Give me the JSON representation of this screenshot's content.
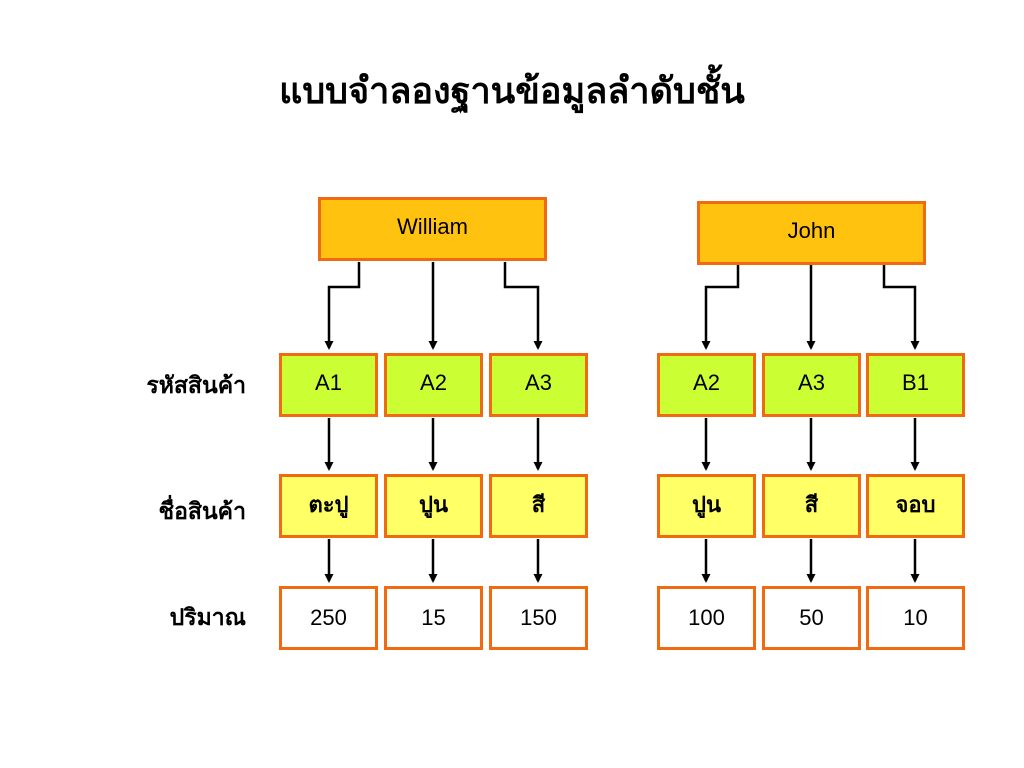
{
  "title": "แบบจำลองฐานข้อมูลลำดับชั้น",
  "row_labels": {
    "code": "รหัสสินค้า",
    "name": "ชื่อสินค้า",
    "quantity": "ปริมาณ"
  },
  "trees": [
    {
      "parent": "William",
      "items": [
        {
          "code": "A1",
          "name": "ตะปู",
          "quantity": "250"
        },
        {
          "code": "A2",
          "name": "ปูน",
          "quantity": "15"
        },
        {
          "code": "A3",
          "name": "สี",
          "quantity": "150"
        }
      ]
    },
    {
      "parent": "John",
      "items": [
        {
          "code": "A2",
          "name": "ปูน",
          "quantity": "100"
        },
        {
          "code": "A3",
          "name": "สี",
          "quantity": "50"
        },
        {
          "code": "B1",
          "name": "จอบ",
          "quantity": "10"
        }
      ]
    }
  ],
  "colors": {
    "border": "#f06a12",
    "parent_fill": "#ffc20e",
    "code_fill": "#ccff33",
    "name_fill": "#ffff66",
    "quantity_fill": "#ffffff"
  }
}
